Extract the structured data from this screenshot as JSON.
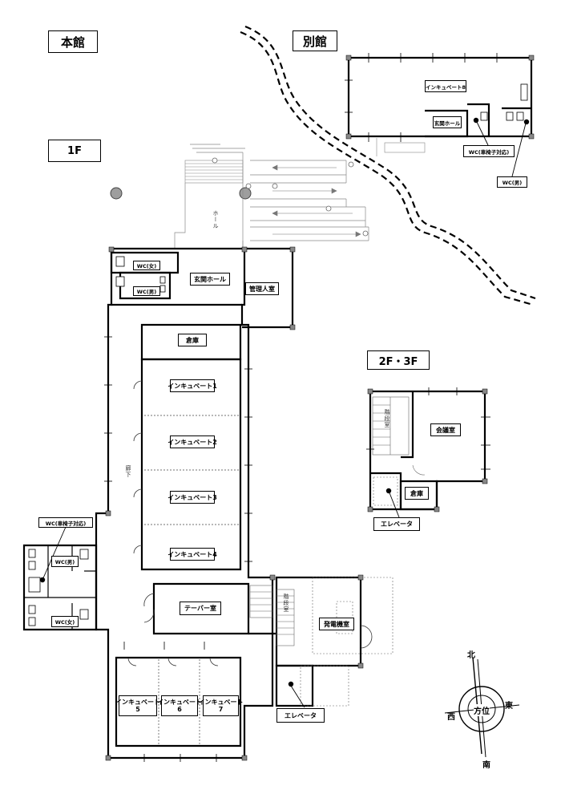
{
  "headings": {
    "main_building": "本館",
    "annex": "別館",
    "floor_1": "1F",
    "floor_2_3": "2F・3F"
  },
  "rooms": {
    "wc_female_top": "WC(女)",
    "wc_male_top": "WC(男)",
    "entrance_hall": "玄関ホール",
    "manager_room": "管理人室",
    "storage": "倉庫",
    "incubate_1": "インキュベート1",
    "incubate_2": "インキュベート2",
    "incubate_3": "インキュベート3",
    "incubate_4": "インキュベート4",
    "theme_room": "テーバー室",
    "incubate_5": [
      "インキュベート",
      "5"
    ],
    "incubate_6": [
      "インキュベート",
      "6"
    ],
    "incubate_7": [
      "インキュベート",
      "7"
    ],
    "wc_accessible_label": "WC(車椅子対応)",
    "wc_male_left": "WC(男)",
    "wc_female_left": "WC(女)",
    "generator_room": "発電機室",
    "elevator_1f": "エレベータ",
    "incubate_8": "インキュベート8",
    "annex_entrance": "玄関ホール",
    "annex_wc_accessible": "WC(車椅子対応)",
    "annex_wc_male": "WC(男)",
    "meeting_room": "会議室",
    "storage_2f": "倉庫",
    "elevator_2f": "エレベータ"
  },
  "corridor_labels": {
    "hall": "ホール",
    "corridor": "廊下",
    "stairs": "階段室"
  },
  "compass": {
    "north": "北",
    "south": "南",
    "east": "東",
    "west": "西",
    "center": "方位"
  },
  "colors": {
    "wall": "#000000",
    "marker": "#9e9e9e",
    "ramp": "#888888"
  }
}
